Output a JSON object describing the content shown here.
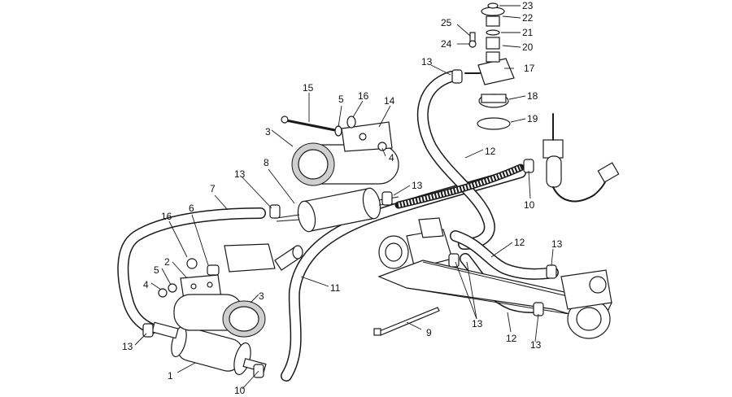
{
  "diagram": {
    "callouts": [
      {
        "id": "c1",
        "label": "1"
      },
      {
        "id": "c2",
        "label": "2"
      },
      {
        "id": "c3a",
        "label": "3"
      },
      {
        "id": "c3b",
        "label": "3"
      },
      {
        "id": "c4a",
        "label": "4"
      },
      {
        "id": "c4b",
        "label": "4"
      },
      {
        "id": "c5a",
        "label": "5"
      },
      {
        "id": "c5b",
        "label": "5"
      },
      {
        "id": "c6",
        "label": "6"
      },
      {
        "id": "c7",
        "label": "7"
      },
      {
        "id": "c8",
        "label": "8"
      },
      {
        "id": "c9",
        "label": "9"
      },
      {
        "id": "c10a",
        "label": "10"
      },
      {
        "id": "c10b",
        "label": "10"
      },
      {
        "id": "c11",
        "label": "11"
      },
      {
        "id": "c12a",
        "label": "12"
      },
      {
        "id": "c12b",
        "label": "12"
      },
      {
        "id": "c12c",
        "label": "12"
      },
      {
        "id": "c13a",
        "label": "13"
      },
      {
        "id": "c13b",
        "label": "13"
      },
      {
        "id": "c13c",
        "label": "13"
      },
      {
        "id": "c13d",
        "label": "13"
      },
      {
        "id": "c13e",
        "label": "13"
      },
      {
        "id": "c13f",
        "label": "13"
      },
      {
        "id": "c13g",
        "label": "13"
      },
      {
        "id": "c14",
        "label": "14"
      },
      {
        "id": "c15",
        "label": "15"
      },
      {
        "id": "c16a",
        "label": "16"
      },
      {
        "id": "c16b",
        "label": "16"
      },
      {
        "id": "c17",
        "label": "17"
      },
      {
        "id": "c18",
        "label": "18"
      },
      {
        "id": "c19",
        "label": "19"
      },
      {
        "id": "c20",
        "label": "20"
      },
      {
        "id": "c21",
        "label": "21"
      },
      {
        "id": "c22",
        "label": "22"
      },
      {
        "id": "c23",
        "label": "23"
      },
      {
        "id": "c24",
        "label": "24"
      },
      {
        "id": "c25",
        "label": "25"
      }
    ]
  }
}
